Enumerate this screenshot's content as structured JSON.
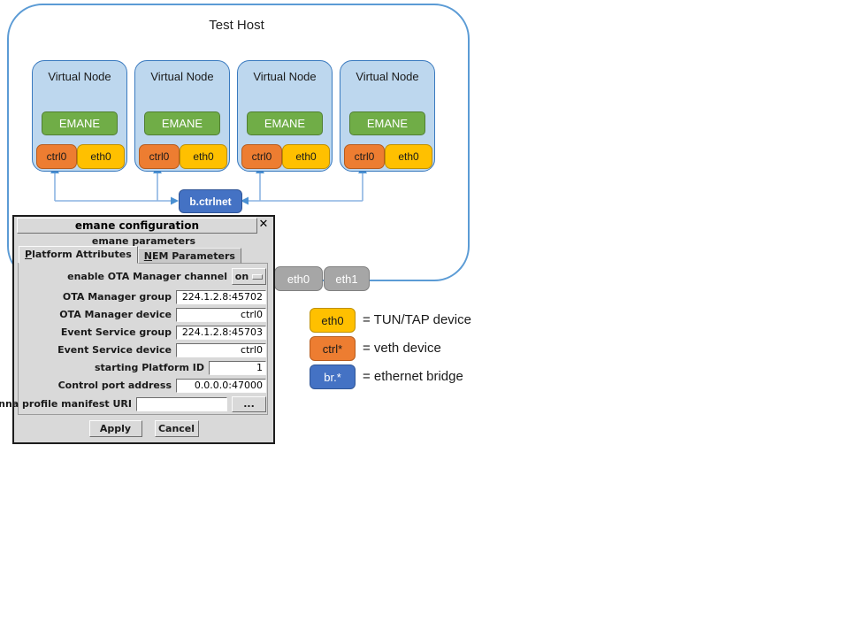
{
  "palette": {
    "host_border": "#5b9bd5",
    "node_fill": "#bdd7ee",
    "node_border": "#3a7abf",
    "emane_green": "#70ad47",
    "veth_orange": "#ed7d31",
    "tuntap_yellow": "#ffc000",
    "bridge_blue": "#4472c4",
    "hostif_gray": "#a6a6a6",
    "connector_line": "#8cb4e2",
    "connector_arrow": "#4a90d2",
    "dialog_bg": "#d9d9d9"
  },
  "diagram": {
    "host_title": "Test Host",
    "nodes": [
      {
        "title": "Virtual Node",
        "emane": "EMANE",
        "ctrl": "ctrl0",
        "eth": "eth0"
      },
      {
        "title": "Virtual Node",
        "emane": "EMANE",
        "ctrl": "ctrl0",
        "eth": "eth0"
      },
      {
        "title": "Virtual Node",
        "emane": "EMANE",
        "ctrl": "ctrl0",
        "eth": "eth0"
      },
      {
        "title": "Virtual Node",
        "emane": "EMANE",
        "ctrl": "ctrl0",
        "eth": "eth0"
      }
    ],
    "bridge": "b.ctrlnet",
    "host_interfaces": [
      "eth0",
      "eth1"
    ],
    "legend": [
      {
        "box": "eth0",
        "desc": "= TUN/TAP device",
        "color": "#ffc000"
      },
      {
        "box": "ctrl*",
        "desc": "= veth device",
        "color": "#ed7d31"
      },
      {
        "box": "br.*",
        "desc": "= ethernet bridge",
        "color": "#4472c4"
      }
    ]
  },
  "dialog": {
    "title": "emane configuration",
    "close": "✕",
    "subtitle": "emane parameters",
    "tabs": {
      "platform": {
        "first": "P",
        "rest": "latform Attributes"
      },
      "nem": {
        "first": "N",
        "rest": "EM Parameters"
      }
    },
    "fields": {
      "ota_enable": {
        "label": "enable OTA Manager channel",
        "value": "on"
      },
      "ota_group": {
        "label": "OTA Manager group",
        "value": "224.1.2.8:45702"
      },
      "ota_device": {
        "label": "OTA Manager device",
        "value": "ctrl0"
      },
      "event_group": {
        "label": "Event Service group",
        "value": "224.1.2.8:45703"
      },
      "event_device": {
        "label": "Event Service device",
        "value": "ctrl0"
      },
      "platform_id": {
        "label": "starting Platform ID",
        "value": "1"
      },
      "control_port": {
        "label": "Control port address",
        "value": "0.0.0.0:47000"
      },
      "antenna": {
        "label": "antenna profile manifest URI",
        "value": "",
        "browse": "..."
      }
    },
    "buttons": {
      "apply": "Apply",
      "cancel": "Cancel"
    }
  }
}
